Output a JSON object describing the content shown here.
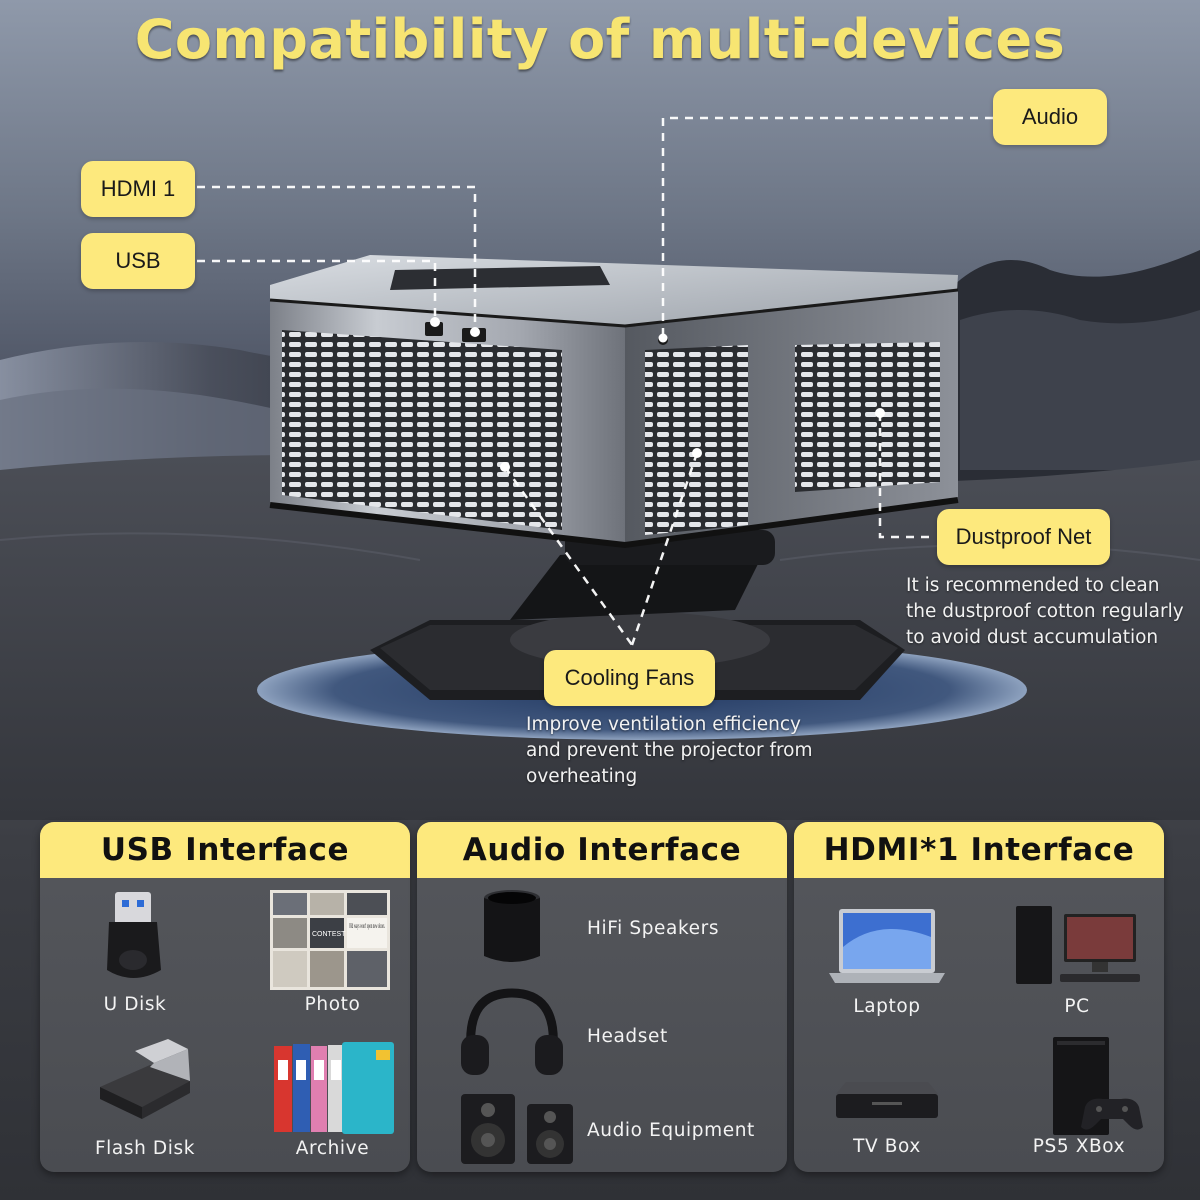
{
  "title": "Compatibility of multi-devices",
  "callouts": {
    "hdmi": "HDMI 1",
    "usb": "USB",
    "audio": "Audio",
    "dustproof": "Dustproof Net",
    "cooling": "Cooling Fans"
  },
  "notes": {
    "dustproof": [
      "It is recommended to clean",
      "the dustproof cotton regularly",
      "to avoid dust accumulation"
    ],
    "cooling": [
      "Improve ventilation efficiency",
      "and prevent the projector from",
      "overheating"
    ]
  },
  "panels": [
    {
      "title": "USB Interface",
      "items": [
        {
          "label": "U Disk",
          "icon": "usb-drive-icon"
        },
        {
          "label": "Photo",
          "icon": "photo-collage-icon"
        },
        {
          "label": "Flash Disk",
          "icon": "flash-disk-icon"
        },
        {
          "label": "Archive",
          "icon": "archive-folders-icon"
        }
      ]
    },
    {
      "title": "Audio Interface",
      "items": [
        {
          "label": "HiFi Speakers",
          "icon": "hifi-speaker-icon"
        },
        {
          "label": "Headset",
          "icon": "headset-icon"
        },
        {
          "label": "Audio Equipment",
          "icon": "bookshelf-speakers-icon"
        }
      ]
    },
    {
      "title": "HDMI*1 Interface",
      "items": [
        {
          "label": "Laptop",
          "icon": "laptop-icon"
        },
        {
          "label": "PC",
          "icon": "desktop-pc-icon"
        },
        {
          "label": "TV Box",
          "icon": "tv-box-icon"
        },
        {
          "label": "PS5 XBox",
          "icon": "game-console-icon"
        }
      ]
    }
  ],
  "photo_text": {
    "contest": "CONTEST",
    "old_ways": "Old ways won't open new doors."
  },
  "colors": {
    "accent": "#fde97d",
    "title": "#f7e572",
    "panel": "#4f5156"
  }
}
